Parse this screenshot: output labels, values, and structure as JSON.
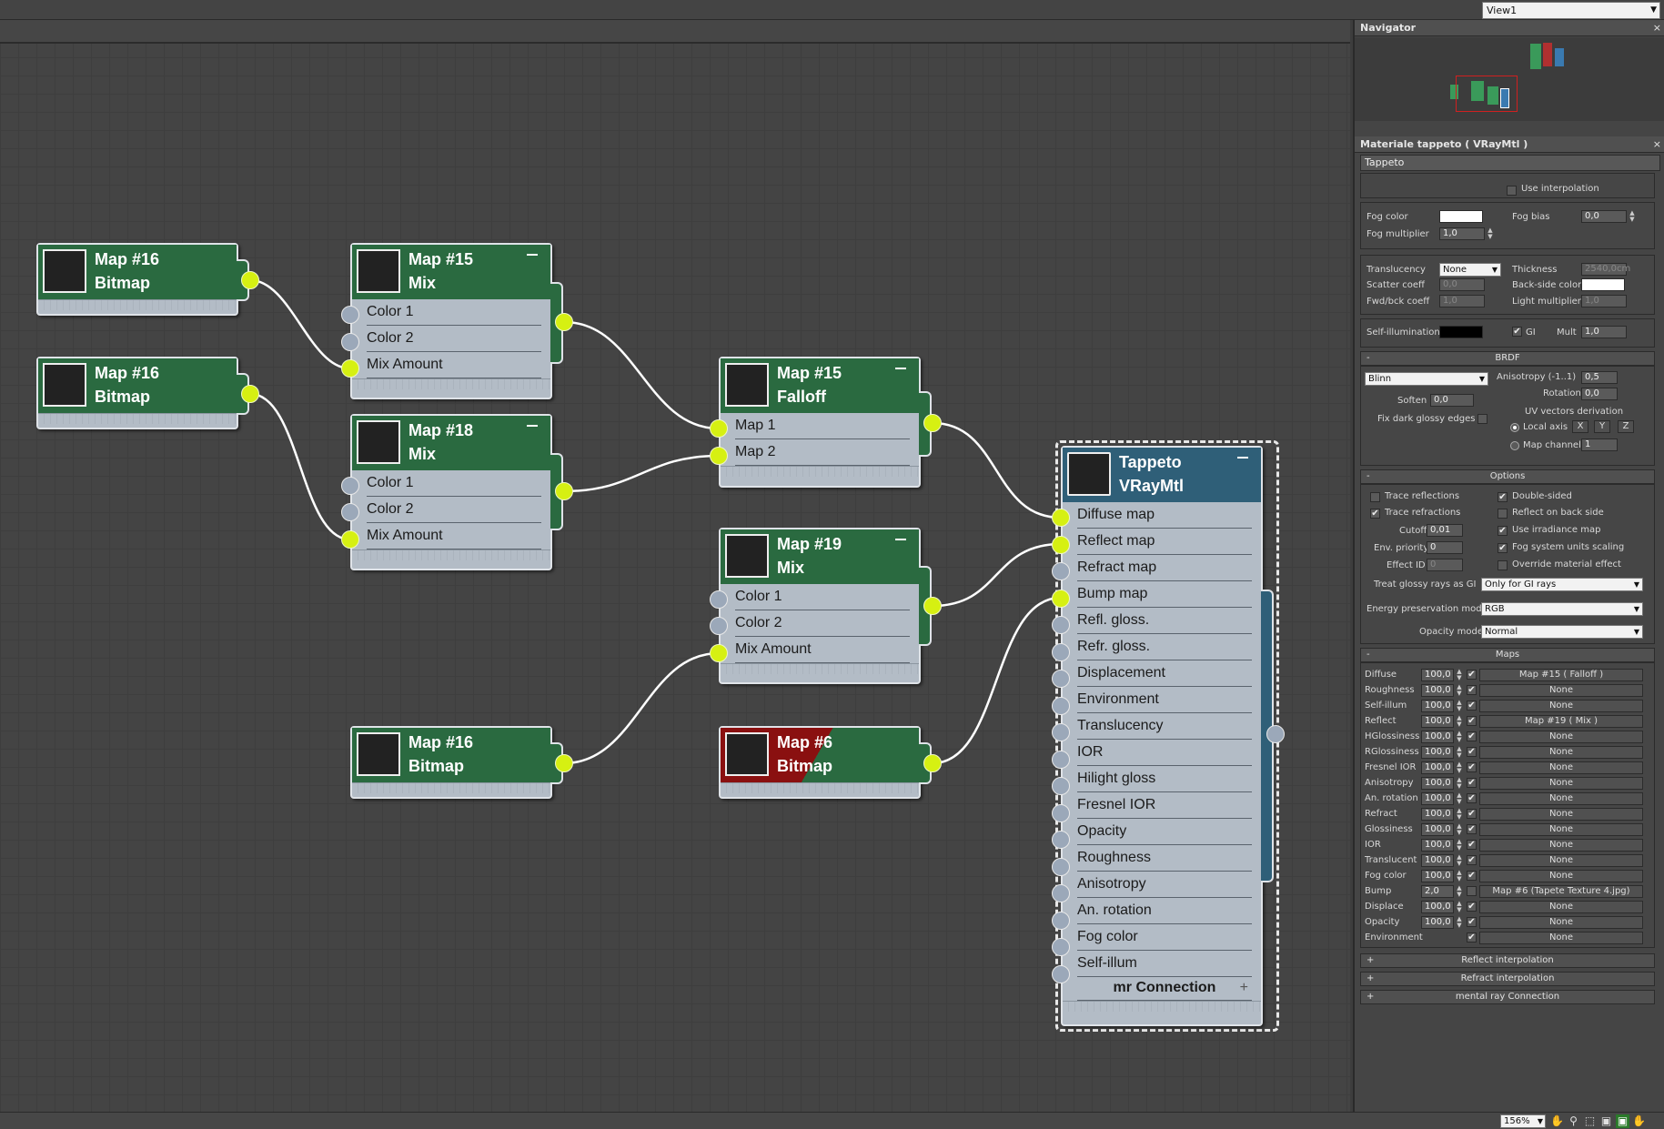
{
  "view_select": "View1",
  "navigator": {
    "title": "Navigator"
  },
  "material_panel": {
    "title": "Materiale tappeto  ( VRayMtl )",
    "name": "Tappeto",
    "fog": {
      "fog_color_label": "Fog color",
      "fog_color": "#ffffff",
      "fog_multiplier_label": "Fog multiplier",
      "fog_multiplier": "1,0",
      "fog_bias_label": "Fog bias",
      "fog_bias": "0,0",
      "use_interpolation": "Use interpolation"
    },
    "translucency": {
      "translucency_label": "Translucency",
      "translucency": "None",
      "thickness_label": "Thickness",
      "thickness": "2540,0cm",
      "scatter_label": "Scatter coeff",
      "scatter": "0,0",
      "backside_label": "Back-side color",
      "backside_color": "#ffffff",
      "fwdbck_label": "Fwd/bck coeff",
      "fwdbck": "1,0",
      "light_mult_label": "Light multiplier",
      "light_mult": "1,0"
    },
    "selfillum": {
      "label": "Self-illumination",
      "color": "#000000",
      "gi": "GI",
      "mult_label": "Mult",
      "mult": "1,0"
    },
    "brdf": {
      "title": "BRDF",
      "type": "Blinn",
      "anisotropy_label": "Anisotropy (-1..1)",
      "anisotropy": "0,5",
      "rotation_label": "Rotation",
      "rotation": "0,0",
      "soften_label": "Soften",
      "soften": "0,0",
      "fix_label": "Fix dark glossy edges",
      "uv_label": "UV vectors derivation",
      "local_axis": "Local axis",
      "x": "X",
      "y": "Y",
      "z": "Z",
      "map_channel": "Map channel",
      "map_channel_value": "1"
    },
    "options": {
      "title": "Options",
      "trace_reflections": "Trace reflections",
      "double_sided": "Double-sided",
      "trace_refractions": "Trace refractions",
      "reflect_back": "Reflect on back side",
      "cutoff_label": "Cutoff",
      "cutoff": "0,01",
      "use_irradiance": "Use irradiance map",
      "env_priority_label": "Env. priority",
      "env_priority": "0",
      "fog_units": "Fog system units scaling",
      "effect_id_label": "Effect ID",
      "effect_id": "0",
      "override": "Override material effect",
      "treat_glossy_label": "Treat glossy rays as GI",
      "treat_glossy": "Only for GI rays",
      "energy_label": "Energy preservation mode:",
      "energy": "RGB",
      "opacity_label": "Opacity mode:",
      "opacity": "Normal"
    },
    "maps": {
      "title": "Maps",
      "rows": [
        {
          "name": "Diffuse",
          "amount": "100,0",
          "map": "Map #15  ( Falloff )"
        },
        {
          "name": "Roughness",
          "amount": "100,0",
          "map": "None"
        },
        {
          "name": "Self-illum",
          "amount": "100,0",
          "map": "None"
        },
        {
          "name": "Reflect",
          "amount": "100,0",
          "map": "Map #19  ( Mix )"
        },
        {
          "name": "HGlossiness",
          "amount": "100,0",
          "map": "None"
        },
        {
          "name": "RGlossiness",
          "amount": "100,0",
          "map": "None"
        },
        {
          "name": "Fresnel IOR",
          "amount": "100,0",
          "map": "None"
        },
        {
          "name": "Anisotropy",
          "amount": "100,0",
          "map": "None"
        },
        {
          "name": "An. rotation",
          "amount": "100,0",
          "map": "None"
        },
        {
          "name": "Refract",
          "amount": "100,0",
          "map": "None"
        },
        {
          "name": "Glossiness",
          "amount": "100,0",
          "map": "None"
        },
        {
          "name": "IOR",
          "amount": "100,0",
          "map": "None"
        },
        {
          "name": "Translucent",
          "amount": "100,0",
          "map": "None"
        },
        {
          "name": "Fog color",
          "amount": "100,0",
          "map": "None"
        },
        {
          "name": "Bump",
          "amount": "2,0",
          "map": "Map #6 (Tapete Texture 4.jpg)"
        },
        {
          "name": "Displace",
          "amount": "100,0",
          "map": "None"
        },
        {
          "name": "Opacity",
          "amount": "100,0",
          "map": "None"
        },
        {
          "name": "Environment",
          "amount": "",
          "map": "None"
        }
      ]
    },
    "rollouts": [
      "Reflect interpolation",
      "Refract interpolation",
      "mental ray Connection"
    ]
  },
  "nodes": {
    "n1": {
      "t1": "Map #16",
      "t2": "Bitmap"
    },
    "n2": {
      "t1": "Map #16",
      "t2": "Bitmap"
    },
    "n3": {
      "t1": "Map #15",
      "t2": "Mix",
      "slots": [
        "Color 1",
        "Color 2",
        "Mix Amount"
      ]
    },
    "n4": {
      "t1": "Map #18",
      "t2": "Mix",
      "slots": [
        "Color 1",
        "Color 2",
        "Mix Amount"
      ]
    },
    "n5": {
      "t1": "Map #15",
      "t2": "Falloff",
      "slots": [
        "Map 1",
        "Map 2"
      ]
    },
    "n6": {
      "t1": "Map #19",
      "t2": "Mix",
      "slots": [
        "Color 1",
        "Color 2",
        "Mix Amount"
      ]
    },
    "n7": {
      "t1": "Map #16",
      "t2": "Bitmap"
    },
    "n8": {
      "t1": "Map #6",
      "t2": "Bitmap"
    },
    "n9": {
      "t1": "Tappeto",
      "t2": "VRayMtl",
      "slots": [
        "Diffuse map",
        "Reflect map",
        "Refract map",
        "Bump map",
        "Refl. gloss.",
        "Refr. gloss.",
        "Displacement",
        "Environment",
        "Translucency",
        "IOR",
        "Hilight gloss",
        "Fresnel IOR",
        "Opacity",
        "Roughness",
        "Anisotropy",
        "An. rotation",
        "Fog color",
        "Self-illum"
      ],
      "mr": "mr Connection"
    }
  },
  "status": {
    "zoom": "156%"
  }
}
